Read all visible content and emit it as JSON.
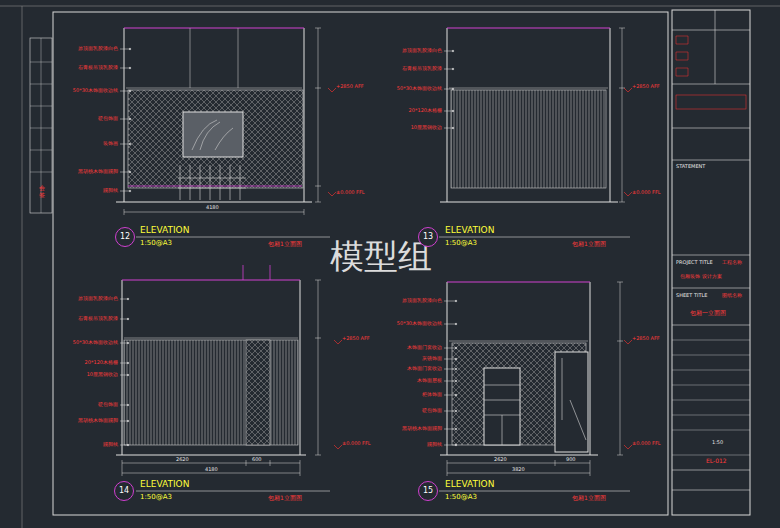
{
  "diagram": {
    "nodes": [
      {
        "text": [
          "12"
        ]
      },
      {
        "text": [
          "13"
        ]
      },
      {
        "text": [
          "14"
        ]
      },
      {
        "text": [
          "15"
        ]
      }
    ],
    "labels": [
      "原顶面乳胶漆白色",
      "石膏板吊顶乳胶漆",
      "50*30木饰面收边线",
      "硬包饰面",
      "装饰画",
      "黑胡桃木饰面踢脚",
      "踢脚线",
      "+2850 AFF",
      "±0.000 FFL",
      "4180",
      "ELEVATION",
      "1:50@A3",
      "包厢1立面图",
      "原顶面乳胶漆白色",
      "石膏板吊顶乳胶漆",
      "50*30木饰面收边线",
      "20*120木格栅",
      "10厘黑钢收边",
      "+2850 AFF",
      "±0.000 FFL",
      "ELEVATION",
      "1:50@A3",
      "包厢1立面图",
      "原顶面乳胶漆白色",
      "石膏板吊顶乳胶漆",
      "50*30木饰面收边线",
      "20*120木格栅",
      "10厘黑钢收边",
      "硬包饰面",
      "黑胡桃木饰面踢脚",
      "踢脚线",
      "+2850 AFF",
      "±0.000 FFL",
      "2620",
      "600",
      "4180",
      "ELEVATION",
      "1:50@A3",
      "包厢1立面图",
      "原顶面乳胶漆白色",
      "50*30木饰面收边线",
      "木饰面门套收边",
      "灰镜饰面",
      "木饰面门套收边",
      "木饰面层板",
      "柜体饰面",
      "硬包饰面",
      "黑胡桃木饰面踢脚",
      "踢脚线",
      "+2850 AFF",
      "±0.000 FFL",
      "2620",
      "900",
      "3820",
      "ELEVATION",
      "1:50@A3",
      "包厢1立面图",
      "模型组",
      "STATEMENT",
      "PROJECT TITLE",
      "工程名称",
      "包厢装饰 设计方案",
      "SHEET TITLE",
      "图纸名称",
      "包厢一立面图",
      "1:50",
      "EL-012",
      "会签"
    ]
  }
}
